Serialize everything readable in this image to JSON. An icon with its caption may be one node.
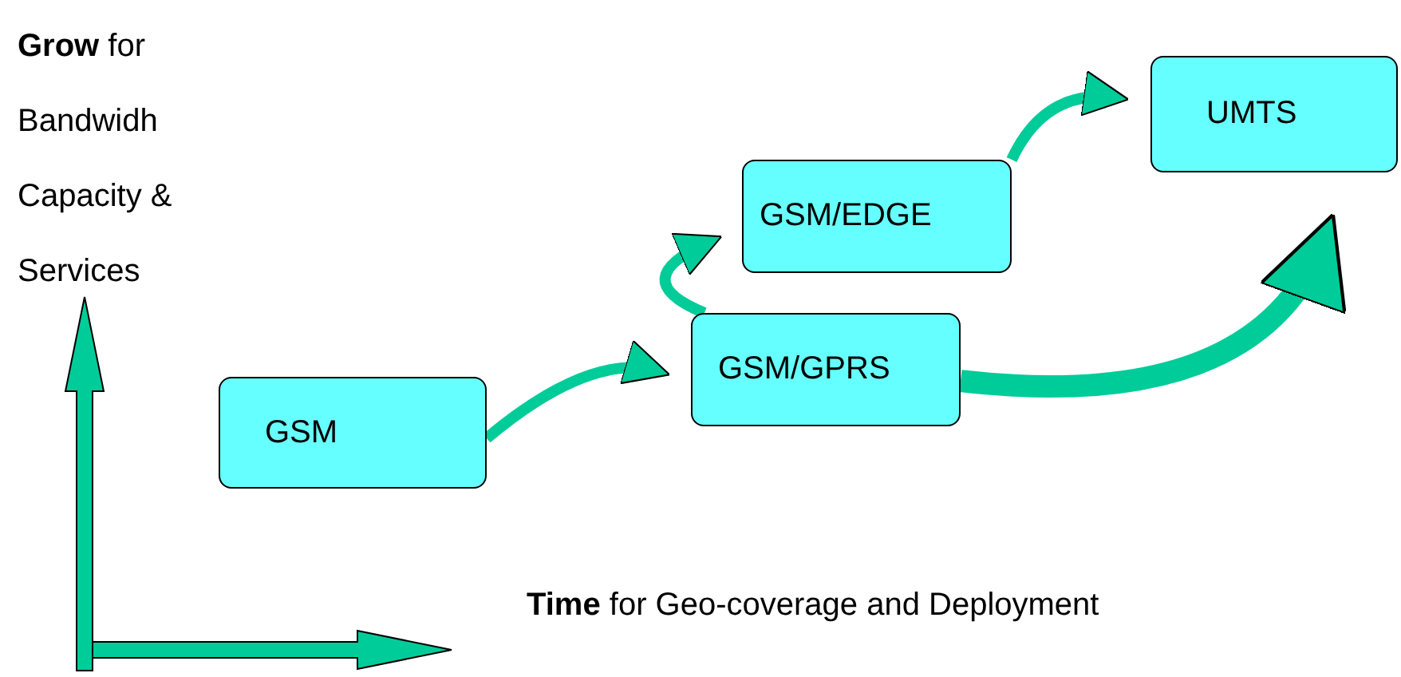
{
  "diagram": {
    "nodes": [
      {
        "text": [
          "GSM"
        ]
      },
      {
        "text": [
          "GSM/GPRS"
        ]
      },
      {
        "text": [
          "GSM/EDGE"
        ]
      },
      {
        "text": [
          "UMTS"
        ]
      }
    ],
    "edges": [
      {
        "from": 0,
        "to": 1,
        "arrow": "to"
      },
      {
        "from": 1,
        "to": 2,
        "arrow": "to"
      },
      {
        "from": 2,
        "to": 3,
        "arrow": "to"
      },
      {
        "from": 1,
        "to": 3,
        "arrow": "to",
        "style": "thick"
      }
    ],
    "labels": [
      "**Grow** for Bandwidh Capacity & Services",
      "**Time** for Geo-coverage and Deployment"
    ]
  }
}
